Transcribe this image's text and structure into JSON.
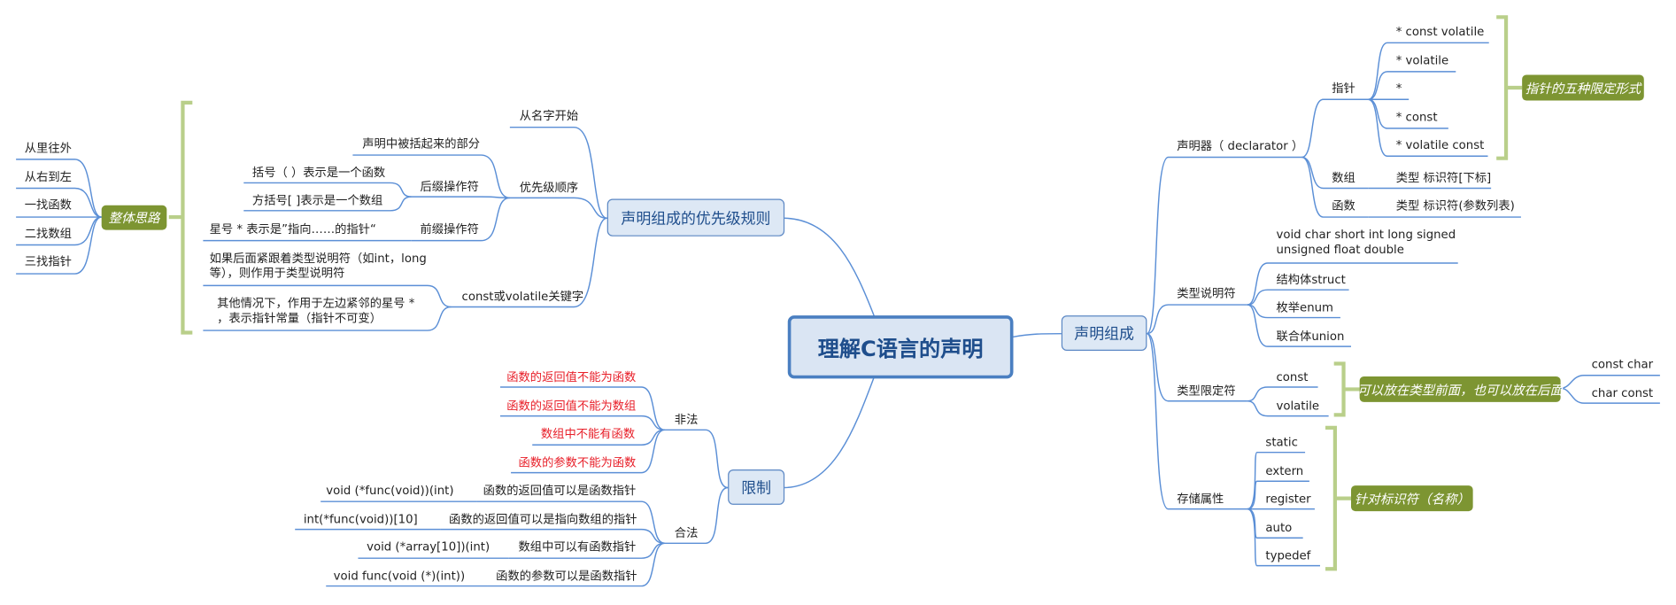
{
  "root": "理解C语言的声明",
  "priority": {
    "title": "声明组成的优先级规则",
    "start_from_name": "从名字开始",
    "priority_order": "优先级顺序",
    "enclosed_parts": "声明中被括起来的部分",
    "postfix_ops": "后缀操作符",
    "parens_function": "括号（ ）表示是一个函数",
    "brackets_array": "方括号[ ]表示是一个数组",
    "prefix_ops": "前缀操作符",
    "star_pointer": "星号 * 表示是”指向……的指针“",
    "const_volatile_kw": "const或volatile关键字",
    "cv_rule_1": "如果后面紧跟着类型说明符（如int，long等），则作用于类型说明符",
    "cv_rule_2": "其他情况下，作用于左边紧邻的星号 * ，表示指针常量（指针不可变）",
    "overall_idea": "整体思路",
    "ideas": [
      "从里往外",
      "从右到左",
      "一找函数",
      "二找数组",
      "三找指针"
    ]
  },
  "limits": {
    "title": "限制",
    "illegal": "非法",
    "illegal_items": [
      "函数的返回值不能为函数",
      "函数的返回值不能为数组",
      "数组中不能有函数",
      "函数的参数不能为函数"
    ],
    "legal": "合法",
    "legal_items": [
      {
        "label": "函数的返回值可以是函数指针",
        "example": "void (*func(void))(int)"
      },
      {
        "label": "函数的返回值可以是指向数组的指针",
        "example": "int(*func(void))[10]"
      },
      {
        "label": "数组中可以有函数指针",
        "example": "void (*array[10])(int)"
      },
      {
        "label": "函数的参数可以是函数指针",
        "example": "void func(void (*)(int))"
      }
    ]
  },
  "components": {
    "title": "声明组成",
    "declarator": {
      "label": "声明器（ declarator ）",
      "pointer": "指针",
      "pointer_forms": [
        "* const volatile",
        "* volatile",
        "*",
        "* const",
        "* volatile const"
      ],
      "pointer_note": "指针的五种限定形式",
      "array": "数组",
      "array_form": "类型 标识符[下标]",
      "function": "函数",
      "function_form": "类型 标识符(参数列表)"
    },
    "type_specifier": {
      "label": "类型说明符",
      "items": [
        "void char short int long signed unsigned float double",
        "结构体struct",
        "枚举enum",
        "联合体union"
      ]
    },
    "type_qualifier": {
      "label": "类型限定符",
      "items": [
        "const",
        "volatile"
      ],
      "note": "可以放在类型前面，也可以放在后面",
      "examples": [
        "const char",
        "char const"
      ]
    },
    "storage_class": {
      "label": "存储属性",
      "items": [
        "static",
        "extern",
        "register",
        "auto",
        "typedef"
      ],
      "note": "针对标识符（名称）"
    }
  },
  "colors": {
    "line": "#5b8fd6",
    "bracket": "#b9cf8a",
    "note_bg": "#7d9532",
    "node_border": "#5b87c4",
    "red_text": "#e8202a"
  }
}
